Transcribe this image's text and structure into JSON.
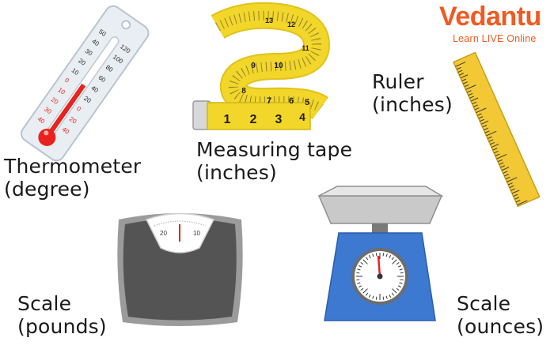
{
  "brand": {
    "name": "Vedantu",
    "tagline": "Learn LIVE Online",
    "color": "#f05a22"
  },
  "items": {
    "thermometer": {
      "line1": "Thermometer",
      "line2": "(degree)",
      "icon": "thermometer-icon",
      "scale_left": [
        "50",
        "40",
        "30",
        "20",
        "10",
        "0",
        "10",
        "20",
        "30",
        "40"
      ],
      "scale_right": [
        "120",
        "100",
        "80",
        "60",
        "40",
        "20",
        "0",
        "20",
        "40"
      ]
    },
    "tape": {
      "line1": "Measuring tape",
      "line2": "(inches)",
      "icon": "measuring-tape-icon",
      "numbers": [
        "1",
        "2",
        "3",
        "4",
        "5",
        "6",
        "7",
        "8",
        "9",
        "10",
        "11",
        "12",
        "13"
      ]
    },
    "ruler": {
      "line1": "Ruler",
      "line2": "(inches)",
      "icon": "ruler-icon"
    },
    "bathroom_scale": {
      "line1": "Scale",
      "line2": "(pounds)",
      "icon": "bathroom-scale-icon",
      "dial_left": "20",
      "dial_right": "10"
    },
    "kitchen_scale": {
      "line1": "Scale",
      "line2": "(ounces)",
      "icon": "kitchen-scale-icon"
    }
  },
  "colors": {
    "tape_yellow": "#f2d629",
    "scale_blue": "#3d79d1",
    "scale_dark": "#545454",
    "tray_grey": "#c9c9c9",
    "thermo_red": "#e8231f"
  }
}
